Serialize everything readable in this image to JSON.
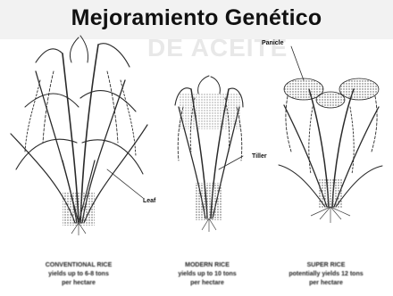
{
  "title": "Mejoramiento Genético",
  "background_text": "DE ACEITE",
  "labels": {
    "panicle": "Panicle",
    "tiller": "Tiller",
    "leaf": "Leaf"
  },
  "captions": [
    {
      "line1": "CONVENTIONAL RICE",
      "line2": "yields up to 6-8 tons",
      "line3": "per hectare"
    },
    {
      "line1": "MODERN RICE",
      "line2": "yields up to 10 tons",
      "line3": "per hectare"
    },
    {
      "line1": "SUPER RICE",
      "line2": "potentially yields 12 tons",
      "line3": "per hectare"
    }
  ],
  "colors": {
    "plant": "#2a2a2a",
    "background": "#ffffff"
  }
}
